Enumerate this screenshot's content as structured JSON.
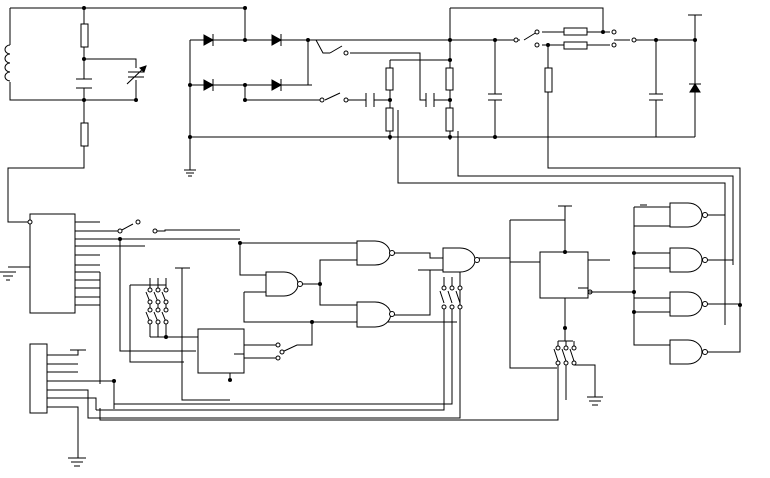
{
  "diagram": {
    "kind": "electronic circuit schematic",
    "text_labels": [],
    "colors": {
      "background": "#ffffff",
      "ink": "#000000"
    },
    "sections": [
      {
        "id": "lc-tank-input",
        "components": [
          "inductor-coil",
          "fixed-resistor",
          "fixed-capacitor",
          "variable-capacitor",
          "resistor"
        ]
      },
      {
        "id": "rectifier-bridge",
        "components": [
          "diode",
          "diode",
          "diode",
          "diode"
        ]
      },
      {
        "id": "power-switching",
        "components": [
          "spst-switch",
          "spst-switch",
          "spst-switch",
          "spst-switch",
          "spst-switch"
        ]
      },
      {
        "id": "filter-regulator",
        "components": [
          "resistor",
          "resistor",
          "resistor",
          "resistor",
          "resistor",
          "resistor",
          "capacitor",
          "capacitor",
          "capacitor",
          "capacitor",
          "capacitor",
          "zener-diode"
        ]
      },
      {
        "id": "connector-bank",
        "components": [
          "multi-pin-connector",
          "multi-pin-connector"
        ]
      },
      {
        "id": "logic",
        "components": [
          "nand-gate",
          "nand-gate",
          "nand-gate",
          "nand-gate",
          "nand-gate",
          "nand-gate",
          "nand-gate",
          "nand-gate"
        ]
      },
      {
        "id": "ic-blocks",
        "components": [
          "ic-chip",
          "ic-chip"
        ]
      },
      {
        "id": "switch-arrays",
        "components": [
          "dip-switch-array",
          "dip-switch-array",
          "dip-switch-array"
        ]
      },
      {
        "id": "grounds",
        "components": [
          "ground",
          "ground",
          "ground",
          "ground"
        ]
      }
    ]
  }
}
